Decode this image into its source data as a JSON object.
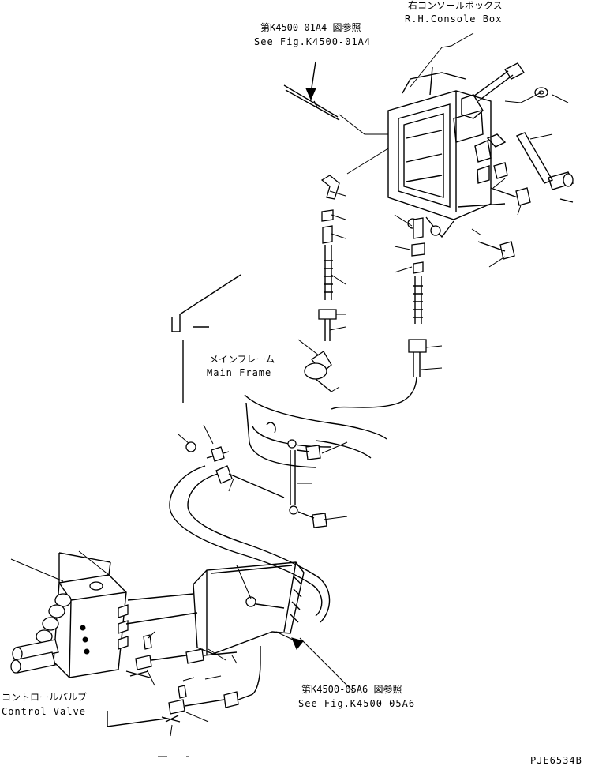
{
  "labels": {
    "console_box_jp": "右コンソールボックス",
    "console_box_en": "R.H.Console Box",
    "ref_top_jp": "第K4500-01A4 図参照",
    "ref_top_en": "See Fig.K4500-01A4",
    "main_frame_jp": "メインフレーム",
    "main_frame_en": "Main Frame",
    "ref_bottom_jp": "第K4500-05A6 図参照",
    "ref_bottom_en": "See Fig.K4500-05A6",
    "control_valve_jp": "コントロールバルブ",
    "control_valve_en": "Control Valve",
    "drawing_no": "PJE6534B"
  }
}
